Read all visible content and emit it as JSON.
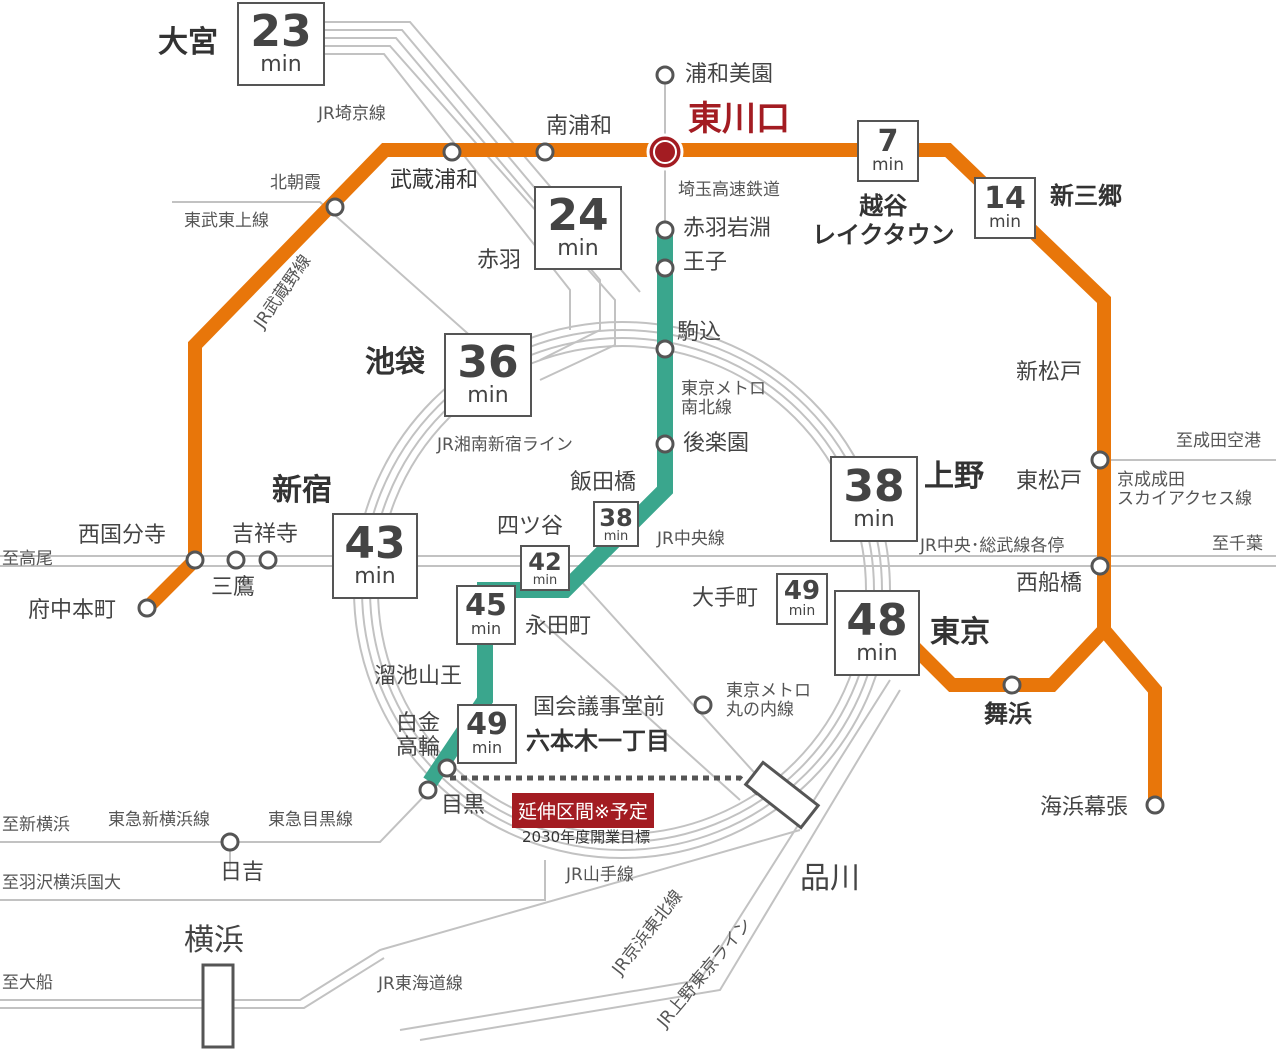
{
  "unit": "min",
  "highlight": "東川口",
  "times": {
    "omiya": "23",
    "akabane": "24",
    "ikebukuro": "36",
    "shinjuku": "43",
    "ueno": "38",
    "tokyo": "48",
    "koshigaya": "7",
    "shinmisato": "14",
    "iidabashi": "38",
    "yotsuya": "42",
    "nagatacho": "45",
    "otemachi": "49",
    "roppongi": "49"
  },
  "stations": {
    "omiya": "大宮",
    "urawamisono": "浦和美園",
    "minamiurawa": "南浦和",
    "musashiurawa": "武蔵浦和",
    "kitaasaka": "北朝霞",
    "akabaneiwabuchi": "赤羽岩淵",
    "oji": "王子",
    "komagome": "駒込",
    "korakuen": "後楽園",
    "iidabashi": "飯田橋",
    "yotsuya": "四ツ谷",
    "nagatacho": "永田町",
    "tameike": "溜池山王",
    "kokkai": "国会議事堂前",
    "shirokane": "白金\n高輪",
    "roppongi": "六本木一丁目",
    "meguro": "目黒",
    "akabane": "赤羽",
    "ikebukuro": "池袋",
    "shinjuku": "新宿",
    "nishikokubunji": "西国分寺",
    "kichijoji": "吉祥寺",
    "mitaka": "三鷹",
    "fuchuhonmachi": "府中本町",
    "ueno": "上野",
    "tokyo": "東京",
    "otemachi": "大手町",
    "maihama": "舞浜",
    "kaihinmakuhari": "海浜幕張",
    "shinmatsudo": "新松戸",
    "higashimatsudo": "東松戸",
    "nishifunabashi": "西船橋",
    "shinmisato": "新三郷",
    "koshigaya": "越谷\nレイクタウン",
    "hiyoshi": "日吉",
    "yokohama": "横浜",
    "shinagawa": "品川"
  },
  "lines": {
    "saikyo": "JR埼京線",
    "tobutojo": "東武東上線",
    "musashino": "JR武蔵野線",
    "saitama": "埼玉高速鉄道",
    "namboku": "東京メトロ\n南北線",
    "shonan": "JR湘南新宿ライン",
    "chuo": "JR中央線",
    "chuosobu": "JR中央･総武線各停",
    "keisei": "京成成田\nスカイアクセス線",
    "marunouchi": "東京メトロ\n丸の内線",
    "shinyoko": "東急新横浜線",
    "meguro": "東急目黒線",
    "yamanote": "JR山手線",
    "keihin": "JR京浜東北線",
    "uenotokyo": "JR上野東京ライン",
    "tokaido": "JR東海道線"
  },
  "to": {
    "takao": "至高尾",
    "chiba": "至千葉",
    "narita": "至成田空港",
    "shinyokohama": "至新横浜",
    "hanedasawa": "至羽沢横浜国大",
    "ofuna": "至大船"
  },
  "extension": {
    "label": "延伸区間※予定",
    "sub": "2030年度開業目標"
  },
  "colors": {
    "musashino": "#e8760a",
    "namboku": "#3aa68d",
    "highlight": "#a31c22",
    "rail": "#b5b5b5"
  }
}
